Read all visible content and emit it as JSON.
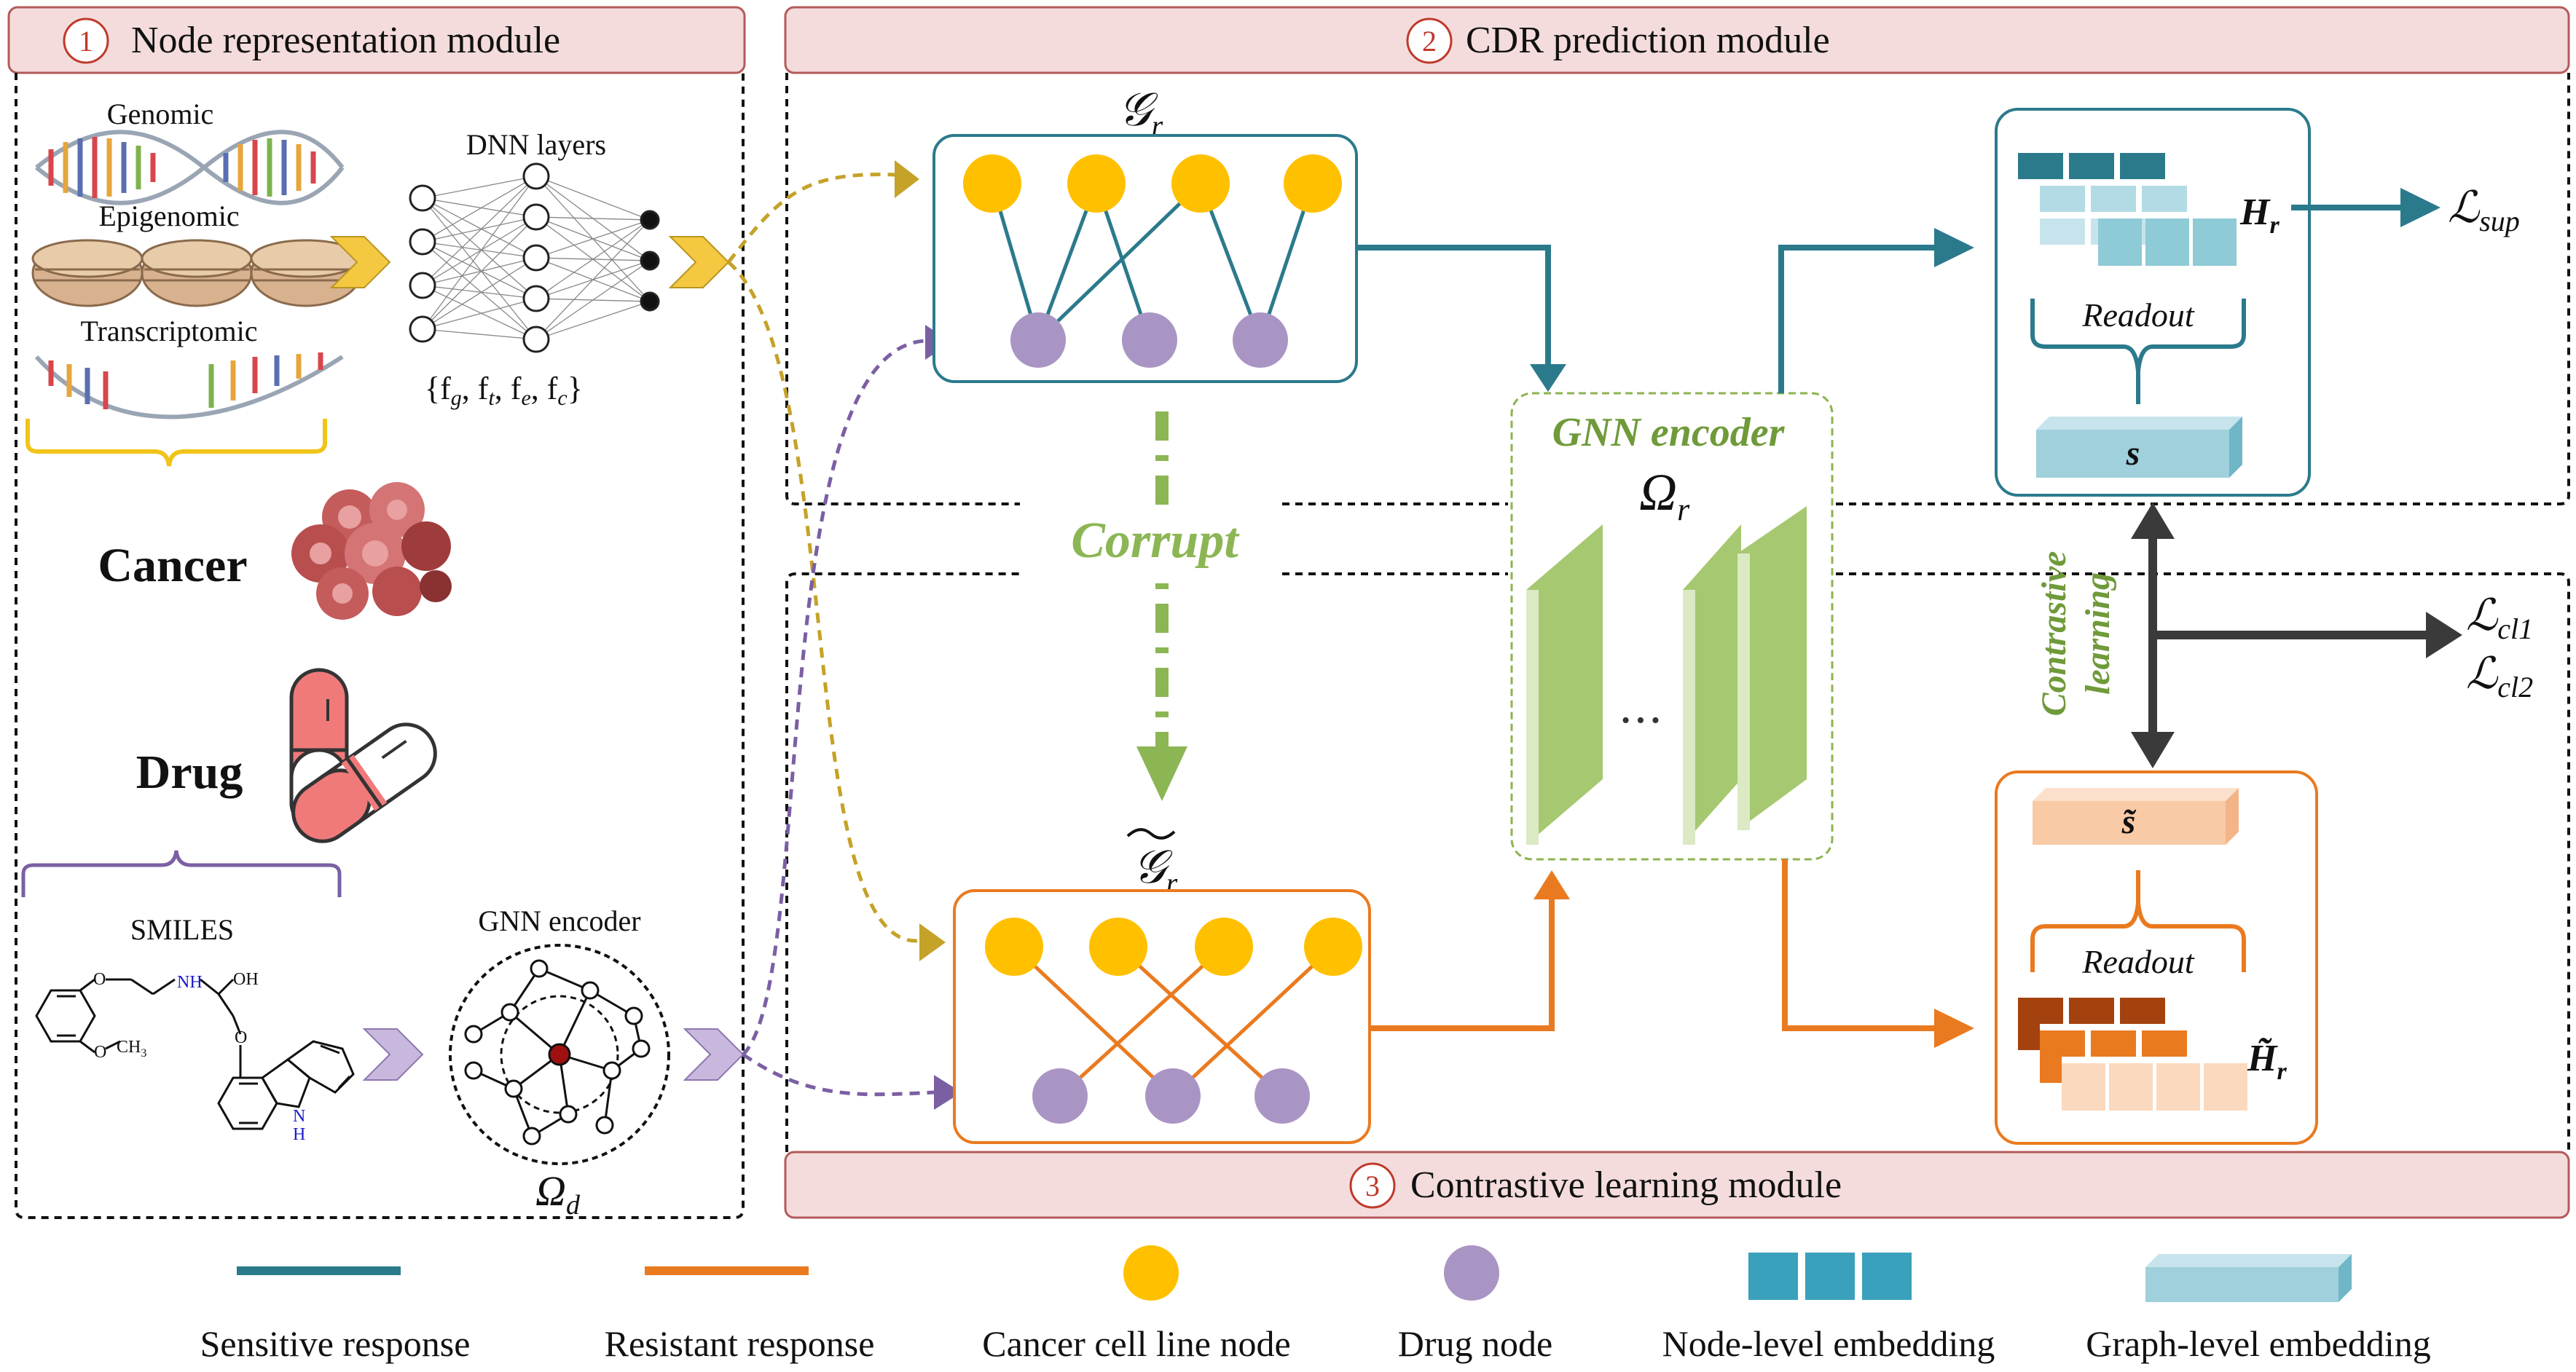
{
  "modules": {
    "m1": {
      "number": "1",
      "title": "Node representation module"
    },
    "m2": {
      "number": "2",
      "title": "CDR prediction module"
    },
    "m3": {
      "number": "3",
      "title": "Contrastive learning module"
    }
  },
  "left_panel": {
    "genomic": "Genomic",
    "epigenomic": "Epigenomic",
    "transcriptomic": "Transcriptomic",
    "dnn_layers": "DNN layers",
    "features": "{f",
    "cancer": "Cancer",
    "drug": "Drug",
    "smiles": "SMILES",
    "gnn_encoder_small": "GNN encoder",
    "omega_d": "Ω",
    "omega_d_sub": "d",
    "mol_nh": "NH",
    "mol_oh": "OH",
    "mol_o1": "O",
    "mol_o2": "O",
    "mol_ch3": "CH",
    "mol_ch3_sub": "3",
    "mol_o3": "O",
    "mol_n": "N",
    "mol_h": "H"
  },
  "center": {
    "g_r": "𝒢",
    "g_r_sub": "r",
    "g_r_tilde": "𝒢",
    "g_r_tilde_sub": "r",
    "corrupt": "Corrupt",
    "gnn_encoder": "GNN encoder",
    "omega_r": "Ω",
    "omega_r_sub": "r",
    "dots": "• • •"
  },
  "right_panel": {
    "h_r": "H",
    "h_r_sub": "r",
    "readout_top": "Readout",
    "s": "s",
    "s_tilde": "s̃",
    "readout_bottom": "Readout",
    "h_r_tilde": "H̃",
    "h_r_tilde_sub": "r",
    "l_sup": "ℒ",
    "l_sup_sub": "sup",
    "contrastive": "Contrastive",
    "learning": "learning",
    "l_cl1": "ℒ",
    "l_cl1_sub": "cl1",
    "l_cl2": "ℒ",
    "l_cl2_sub": "cl2"
  },
  "legend": {
    "sensitive": "Sensitive response",
    "resistant": "Resistant response",
    "cancer_node": "Cancer cell line  node",
    "drug_node": "Drug node",
    "node_embedding": "Node-level embedding",
    "graph_embedding": "Graph-level embedding"
  },
  "colors": {
    "sensitive": "#2b7a8c",
    "resistant": "#ea7a1f",
    "cancer_node": "#ffc000",
    "drug_node": "#a995c4",
    "gnn_green": "#8db350",
    "corrupt_green": "#8cb654",
    "header_fill": "#f4dcdc",
    "header_border": "#b45a5a",
    "yellow_arrow": "#c5a228",
    "purple_arrow": "#7b5fa3"
  }
}
